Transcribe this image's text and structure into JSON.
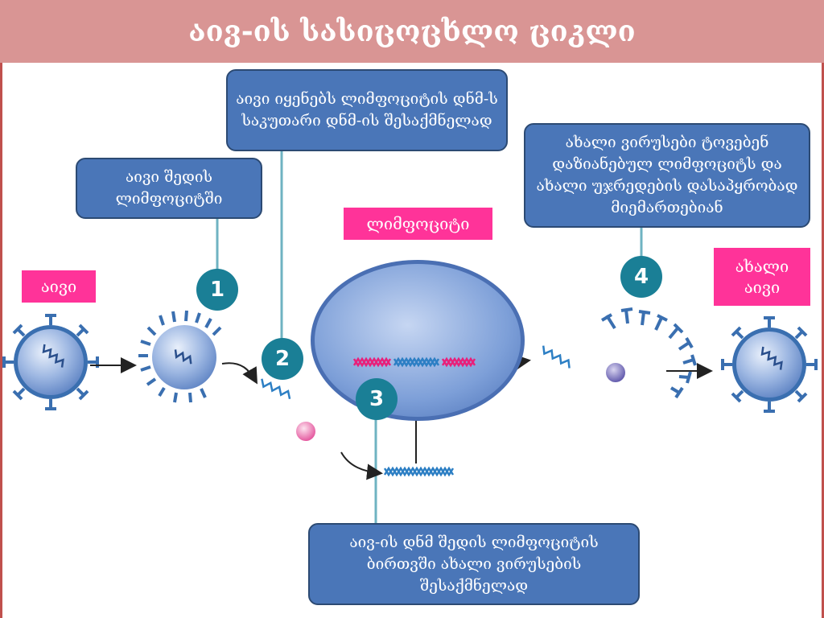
{
  "title": "აივ-ის სასიცოცხლო ციკლი",
  "labels": {
    "hiv": "აივი",
    "lymphocyte": "ლიმფოციტი",
    "new_hiv": "ახალი აივი"
  },
  "callouts": {
    "step1": "აივი შედის ლიმფოციტში",
    "step2": "აივი იყენებს ლიმფოციტის დნმ-ს საკუთარი დნმ-ის შესაქმნელად",
    "step3": "აივ-ის დნმ შედის ლიმფოციტის ბირთვში ახალი ვირუსების შესაქმნელად",
    "step4": "ახალი ვირუსები ტოვებენ დაზიანებულ ლიმფოციტს და ახალი უჯრედების დასაპყრობად მიემართებიან"
  },
  "steps": [
    "1",
    "2",
    "3",
    "4"
  ],
  "colors": {
    "title_bar": "#d99594",
    "callout_fill": "#4a76b8",
    "tag_fill": "#ff3399",
    "step_badge": "#1a7f96",
    "virus_body": "#8aa9dc",
    "virus_coat": "#3a6fb0",
    "cell_fill": "#7d9fd8",
    "dna_pink": "#e8207a",
    "dna_blue": "#2d7fc4"
  },
  "icons": [
    "hiv-virus-icon",
    "lymphocyte-cell-icon",
    "dna-helix-icon",
    "rna-strand-icon",
    "enzyme-dot-icon",
    "arrow-icon"
  ]
}
